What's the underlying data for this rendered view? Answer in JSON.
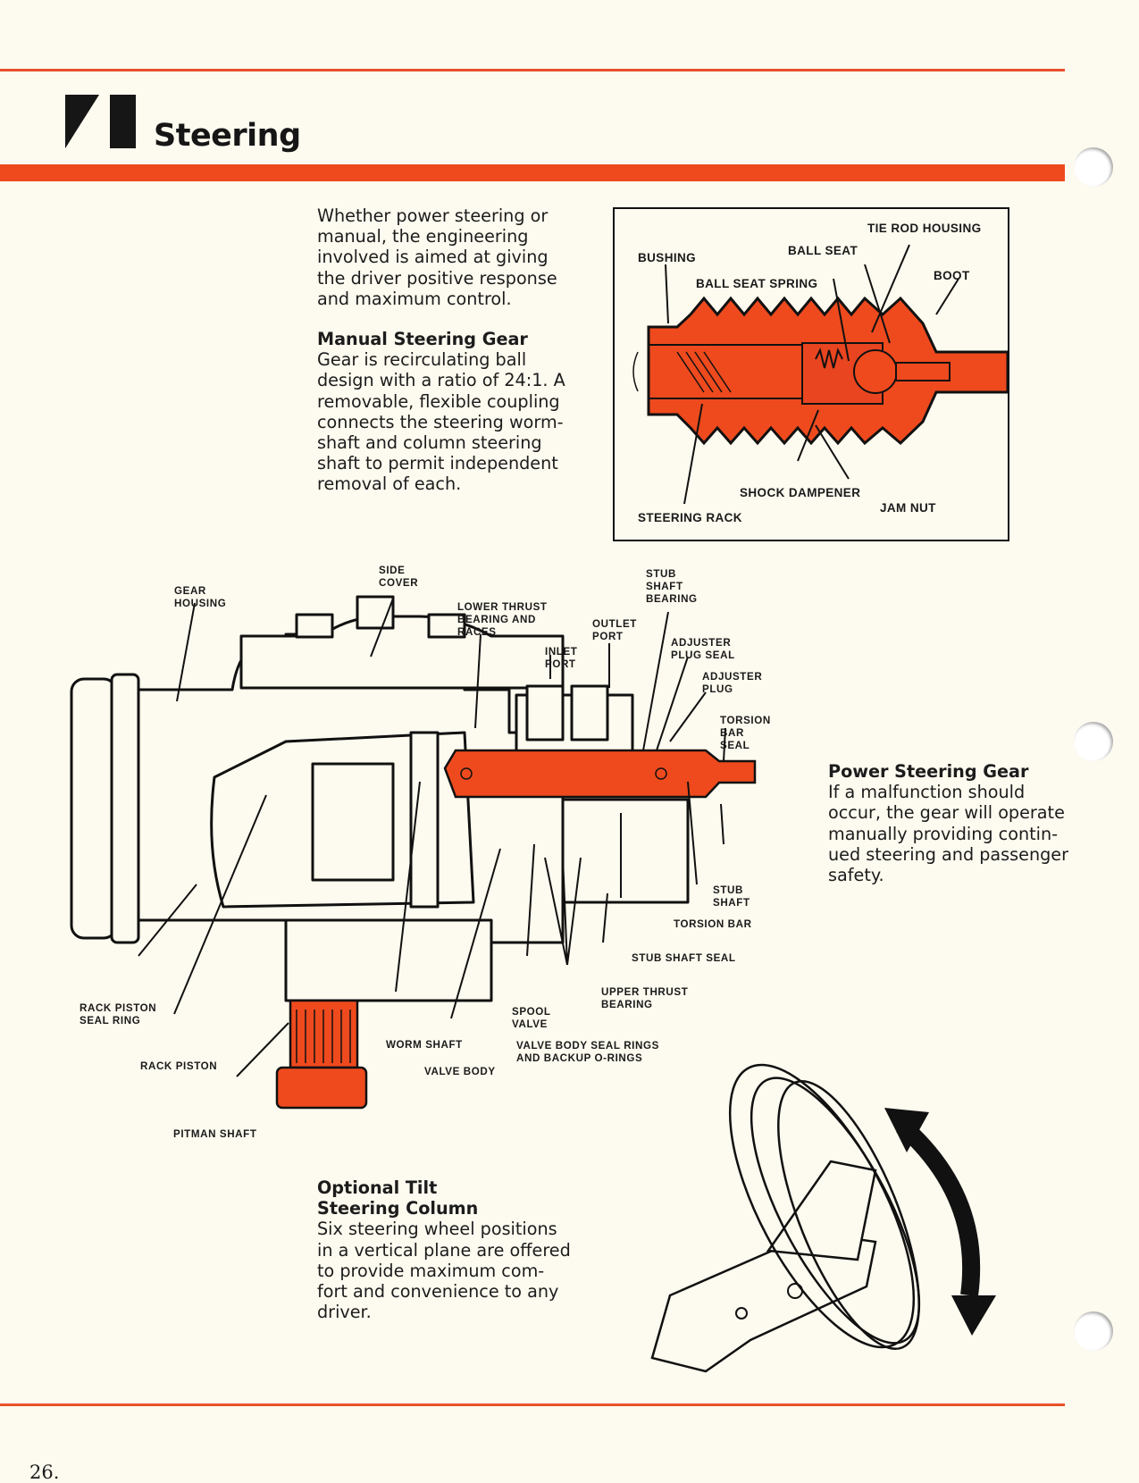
{
  "header": {
    "section_title": "Steering",
    "logo_icon": "section-logo-icon"
  },
  "intro": {
    "text": "Whether power steering or manual, the engineering involved is aimed at giving the driver positive response and maximum control."
  },
  "manual_gear": {
    "heading": "Manual Steering Gear",
    "lines": [
      "Gear is recirculating ball",
      "design with a ratio of 24:1. A",
      "removable, flexible coupling",
      "connects the steering worm-",
      "shaft and column steering",
      "shaft to permit independent",
      "removal of each."
    ]
  },
  "intro_lines": [
    "Whether power steering or",
    "manual, the engineering",
    "involved is aimed at giving",
    "the driver positive response",
    "and maximum control."
  ],
  "rack_inset": {
    "labels": {
      "tie_rod_housing": "TIE ROD HOUSING",
      "ball_seat": "BALL SEAT",
      "bushing": "BUSHING",
      "boot": "BOOT",
      "ball_seat_spring": "BALL SEAT SPRING",
      "shock_dampener": "SHOCK DAMPENER",
      "jam_nut": "JAM NUT",
      "steering_rack": "STEERING RACK"
    }
  },
  "gear_diagram": {
    "labels": {
      "gear_housing": "GEAR\nHOUSING",
      "side_cover": "SIDE\nCOVER",
      "lower_thrust": "LOWER THRUST\nBEARING AND\nRACES",
      "inlet_port": "INLET\nPORT",
      "outlet_port": "OUTLET\nPORT",
      "stub_shaft_bearing": "STUB\nSHAFT\nBEARING",
      "adjuster_plug_seal": "ADJUSTER\nPLUG SEAL",
      "adjuster_plug": "ADJUSTER\nPLUG",
      "torsion_bar_seal": "TORSION\nBAR\nSEAL",
      "stub_shaft": "STUB\nSHAFT",
      "torsion_bar": "TORSION BAR",
      "stub_shaft_seal": "STUB SHAFT SEAL",
      "upper_thrust_bearing": "UPPER THRUST\nBEARING",
      "spool_valve": "SPOOL\nVALVE",
      "valve_body_seal_rings": "VALVE BODY SEAL RINGS\nAND BACKUP O-RINGS",
      "valve_body": "VALVE BODY",
      "worm_shaft": "WORM SHAFT",
      "rack_piston_seal_ring": "RACK PISTON\nSEAL RING",
      "rack_piston": "RACK PISTON",
      "pitman_shaft": "PITMAN SHAFT"
    }
  },
  "power_gear": {
    "heading": "Power Steering Gear",
    "lines": [
      "If a malfunction should",
      "occur, the gear will operate",
      "manually providing contin-",
      "ued steering and passenger",
      "safety."
    ]
  },
  "tilt_column": {
    "heading_lines": [
      "Optional Tilt",
      "Steering Column"
    ],
    "lines": [
      "Six steering wheel positions",
      "in a vertical plane are offered",
      "to provide maximum com-",
      "fort and convenience to any",
      "driver."
    ]
  },
  "footer": {
    "page_number": "26."
  },
  "colors": {
    "accent_orange": "#ee4a1e",
    "ink": "#1a1a1a",
    "paper": "#fdfaef"
  }
}
